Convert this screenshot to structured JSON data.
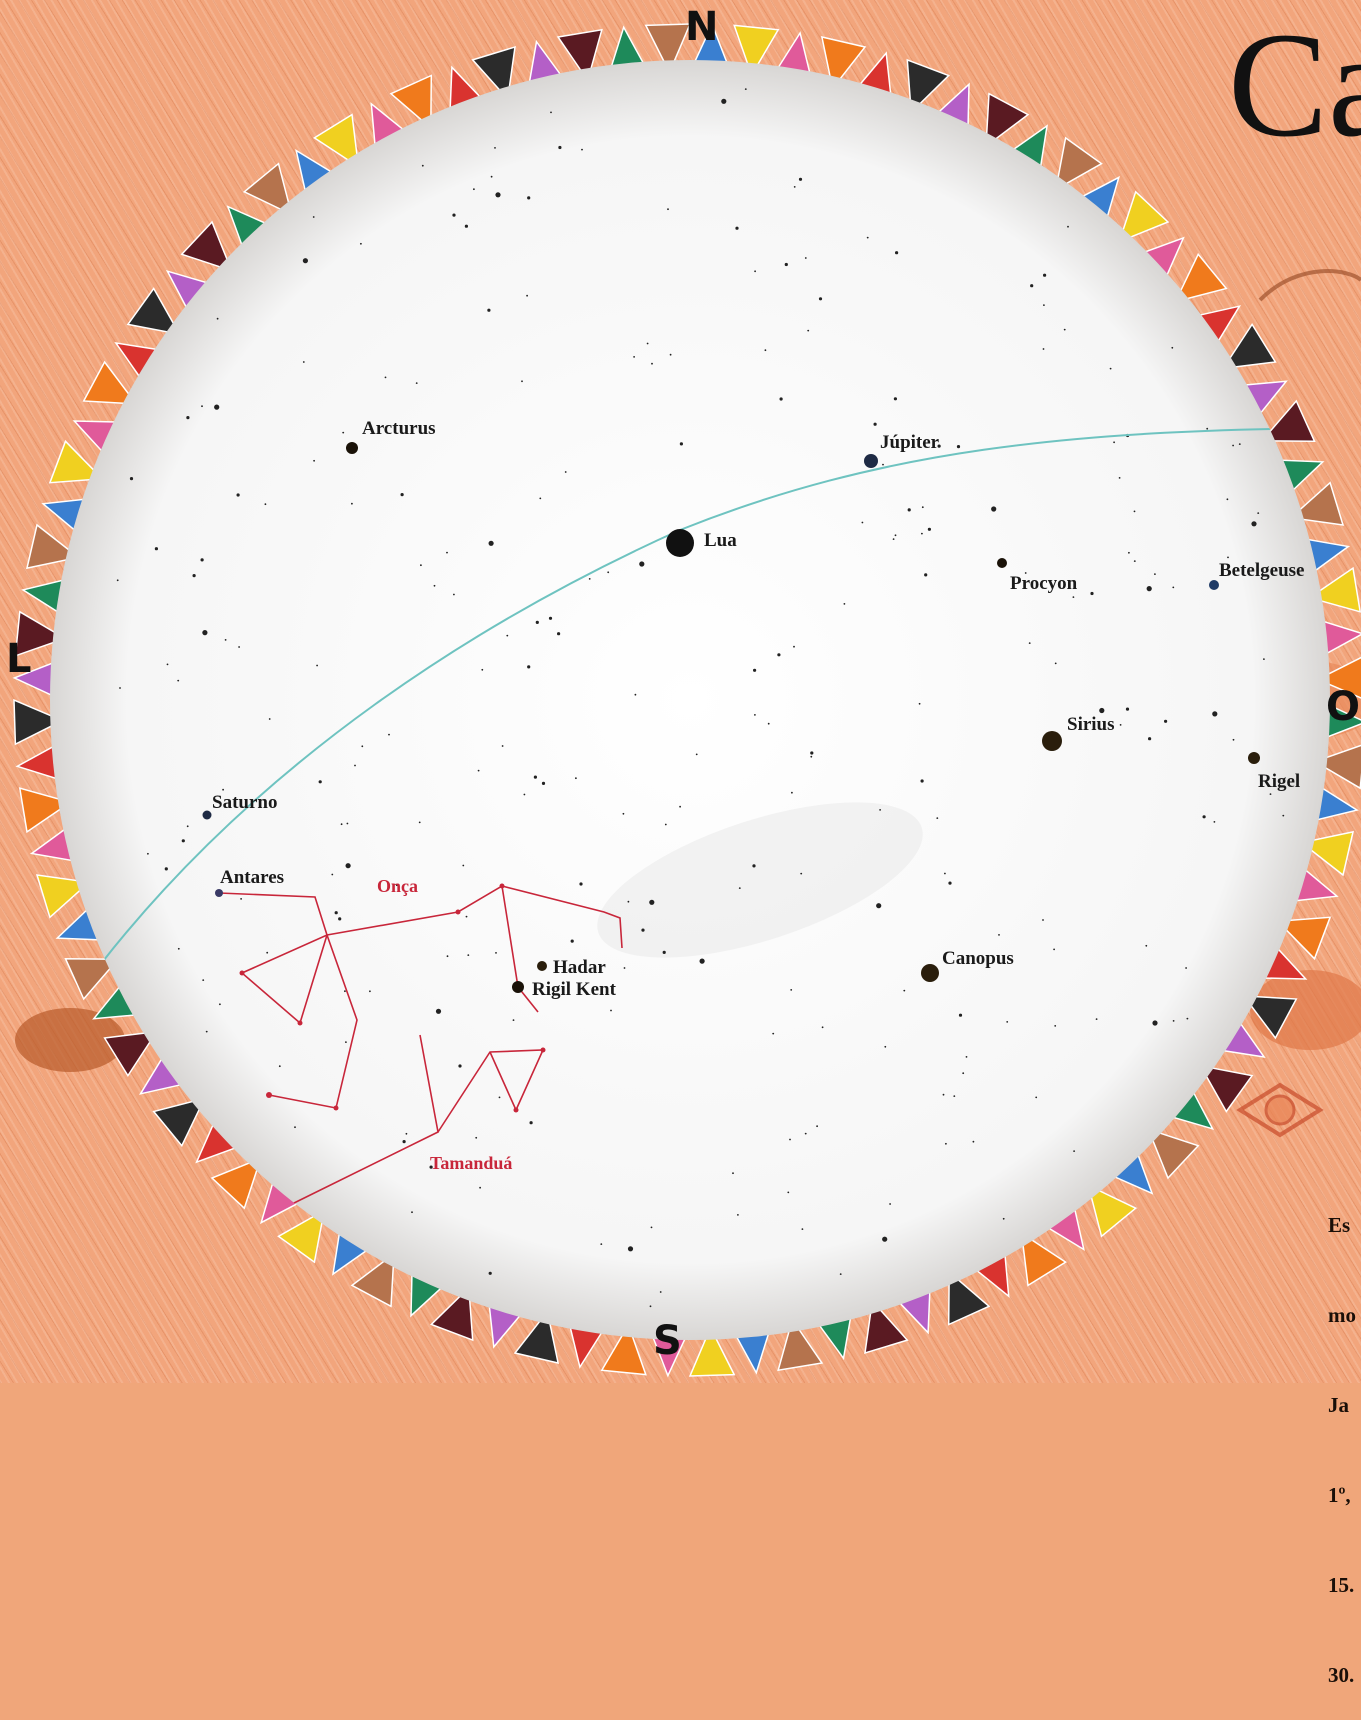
{
  "title": "Ca",
  "cardinals": {
    "north": "N",
    "south": "S",
    "east": "L",
    "west": "O"
  },
  "note_lines": [
    "Es",
    "mo",
    "Ja",
    "1º,",
    "15.",
    "30."
  ],
  "colors": {
    "sky": "#ffffff",
    "ecliptic": "#6ec3c0",
    "constellation": "#c8263a",
    "star": "#1a1208",
    "background": "#f2a57c",
    "border_tiles": [
      "#1e8a5a",
      "#f0d020",
      "#d9332f",
      "#5a1a22",
      "#3a7fd0",
      "#f07a1c",
      "#b45fc7",
      "#b5734d",
      "#e05a9a",
      "#2b2b2b"
    ]
  },
  "labels": {
    "arcturus": "Arcturus",
    "jupiter": "Júpiter",
    "lua": "Lua",
    "procyon": "Procyon",
    "betelgeuse": "Betelgeuse",
    "sirius": "Sirius",
    "rigel": "Rigel",
    "saturno": "Saturno",
    "antares": "Antares",
    "onca": "Onça",
    "hadar": "Hadar",
    "rigil_kent": "Rigil Kent",
    "canopus": "Canopus",
    "tamandua": "Tamanduá"
  }
}
